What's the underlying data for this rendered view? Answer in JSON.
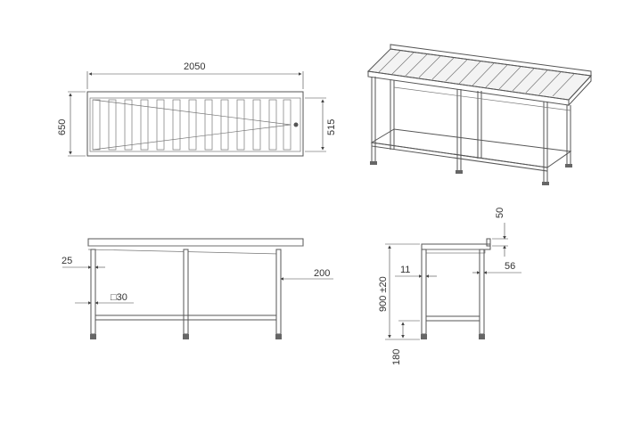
{
  "top_view": {
    "dim_length": "2050",
    "dim_width": "650",
    "dim_inner_width": "515"
  },
  "side_view": {
    "dim_upstand": "25",
    "dim_leg": "□30",
    "dim_overhang": "200"
  },
  "end_view": {
    "dim_top_upstand": "50",
    "dim_edge": "11",
    "dim_back": "56",
    "dim_height": "900 ±20",
    "dim_shelf": "180"
  }
}
